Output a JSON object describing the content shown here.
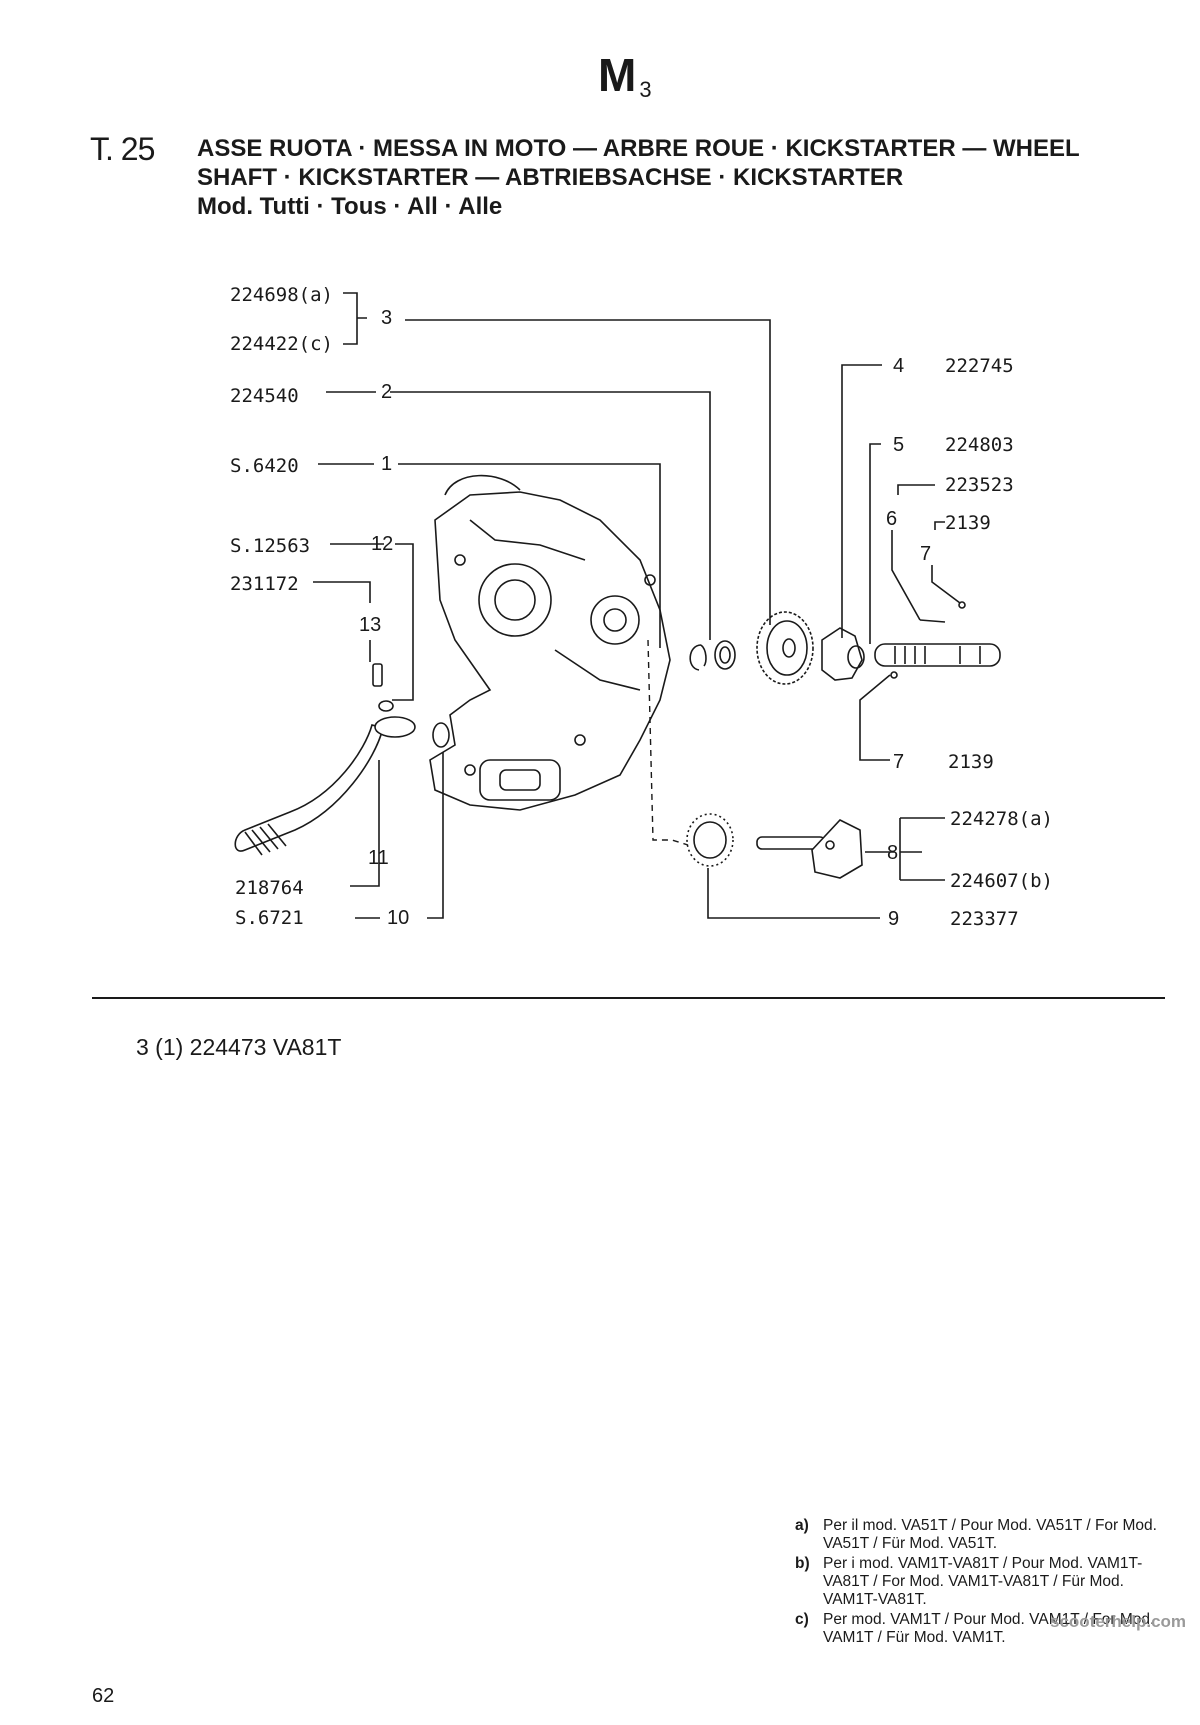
{
  "header": {
    "section_code": "M",
    "section_sub": "3",
    "table_number": "T. 25",
    "title_line1": "ASSE RUOTA · MESSA IN MOTO — ARBRE ROUE · KICKSTARTER — WHEEL",
    "title_line2": "SHAFT · KICKSTARTER — ABTRIEBSACHSE · KICKSTARTER",
    "title_line3": "Mod. Tutti · Tous · All · Alle"
  },
  "parts": {
    "p3a_code": "224698(a)",
    "p3c_code": "224422(c)",
    "p3_ref": "3",
    "p2_code": "224540",
    "p2_ref": "2",
    "p1_code": "S.6420",
    "p1_ref": "1",
    "p12_code": "S.12563",
    "p12_ref": "12",
    "p13_code": "231172",
    "p13_ref": "13",
    "p11_code": "218764",
    "p11_ref": "11",
    "p10_code": "S.6721",
    "p10_ref": "10",
    "p4_ref": "4",
    "p4_code": "222745",
    "p5_ref": "5",
    "p5_code": "224803",
    "p6_ref": "6",
    "p6_code": "223523",
    "p7a_ref": "7",
    "p7a_code": "2139",
    "p7b_ref": "7",
    "p7b_code": "2139",
    "p8_ref": "8",
    "p8a_code": "224278(a)",
    "p8b_code": "224607(b)",
    "p9_ref": "9",
    "p9_code": "223377"
  },
  "note": "3 (1) 224473 VA81T",
  "footnotes": [
    {
      "key": "a)",
      "text": "Per il mod. VA51T / Pour Mod. VA51T / For Mod. VA51T / Für Mod. VA51T."
    },
    {
      "key": "b)",
      "text": "Per i mod. VAM1T-VA81T / Pour Mod. VAM1T-VA81T / For Mod. VAM1T-VA81T / Für Mod. VAM1T-VA81T."
    },
    {
      "key": "c)",
      "text": "Per mod. VAM1T / Pour Mod. VAM1T / For Mod. VAM1T / Für Mod. VAM1T."
    }
  ],
  "page_number": "62",
  "watermark": "scooterhelp.com"
}
